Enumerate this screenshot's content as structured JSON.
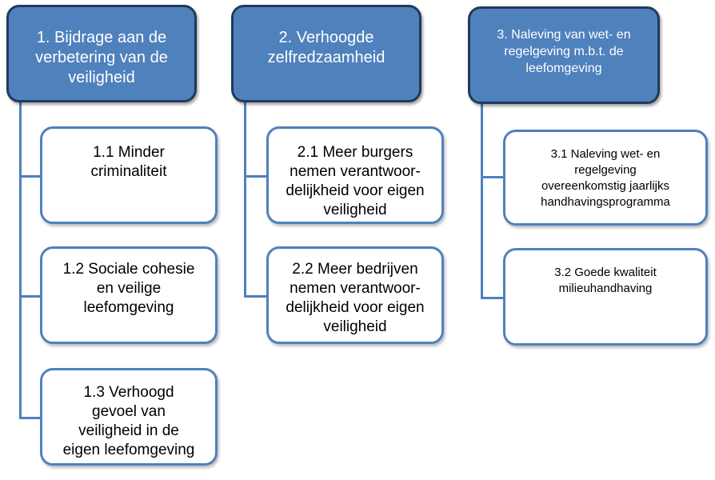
{
  "goals": [
    {
      "title": "1. Bijdrage aan de\nverbetering van de\nveiligheid",
      "subgoals": [
        "1.1 Minder\ncriminaliteit",
        "1.2 Sociale cohesie\nen veilige\nleefomgeving",
        "1.3 Verhoogd\ngevoel van\nveiligheid in de\neigen leefomgeving"
      ]
    },
    {
      "title": "2. Verhoogde\nzelfredzaamheid",
      "subgoals": [
        "2.1 Meer burgers\nnemen verantwoor-\ndelijkheid voor eigen\nveiligheid",
        "2.2 Meer bedrijven\nnemen verantwoor-\ndelijkheid voor eigen\nveiligheid"
      ]
    },
    {
      "title": "3. Naleving van wet- en\nregelgeving m.b.t. de\nleefomgeving",
      "subgoals": [
        "3.1 Naleving wet- en\nregelgeving\novereenkomstig jaarlijks\nhandhavingsprogramma",
        "3.2 Goede kwaliteit\nmilieuhandhaving"
      ]
    }
  ],
  "colors": {
    "parent_fill": "#4f81bd",
    "parent_border": "#1f3b5c",
    "child_border": "#4f81bd",
    "connector": "#4f81bd"
  }
}
